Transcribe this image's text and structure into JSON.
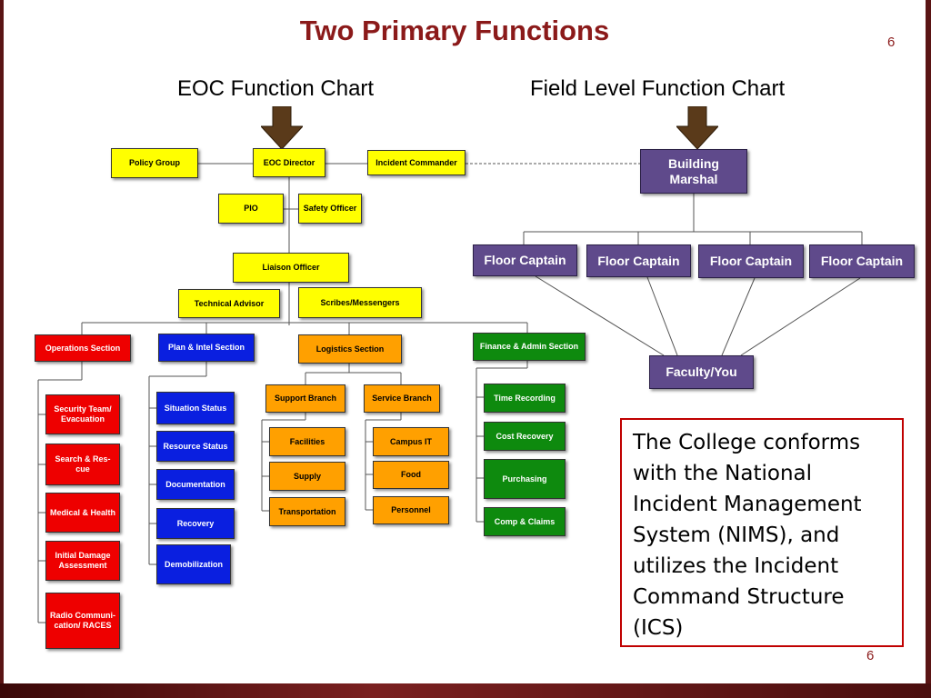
{
  "slide": {
    "title": "Two Primary Functions",
    "page_number_top": "6",
    "page_number_bottom": "6",
    "left_heading": "EOC Function Chart",
    "right_heading": "Field Level Function Chart",
    "note": "The College conforms with the National Incident Management System (NIMS), and utilizes the Incident Command Structure (ICS)"
  },
  "eoc": {
    "policy_group": "Policy Group",
    "director": "EOC Director",
    "incident_commander": "Incident Commander",
    "pio": "PIO",
    "safety_officer": "Safety Officer",
    "liaison_officer": "Liaison Officer",
    "technical_advisor": "Technical Advisor",
    "scribes": "Scribes/Messengers",
    "operations": {
      "label": "Operations Section",
      "items": [
        "Security Team/ Evacuation",
        "Search & Res-cue",
        "Medical & Health",
        "Initial Damage Assessment",
        "Radio Communi-cation/ RACES"
      ]
    },
    "plan_intel": {
      "label": "Plan & Intel Section",
      "items": [
        "Situation Status",
        "Resource Status",
        "Documentation",
        "Recovery",
        "Demobilization"
      ]
    },
    "logistics": {
      "label": "Logistics Section",
      "support_branch": "Support Branch",
      "service_branch": "Service Branch",
      "support_items": [
        "Facilities",
        "Supply",
        "Transportation"
      ],
      "service_items": [
        "Campus IT",
        "Food",
        "Personnel"
      ]
    },
    "finance": {
      "label": "Finance & Admin Section",
      "items": [
        "Time Recording",
        "Cost Recovery",
        "Purchasing",
        "Comp & Claims"
      ]
    }
  },
  "field": {
    "building_marshal": "Building Marshal",
    "floor_captains": [
      "Floor Captain",
      "Floor Captain",
      "Floor Captain",
      "Floor Captain"
    ],
    "faculty": "Faculty/You"
  },
  "colors": {
    "title": "#8b1a1a",
    "command_staff": "#ffff00",
    "operations": "#ee0000",
    "plan_intel": "#0a1fe0",
    "logistics": "#ffa000",
    "finance": "#0e8a0e",
    "field": "#5f4a8b",
    "arrow": "#5a3a1a",
    "note_border": "#c00000"
  }
}
